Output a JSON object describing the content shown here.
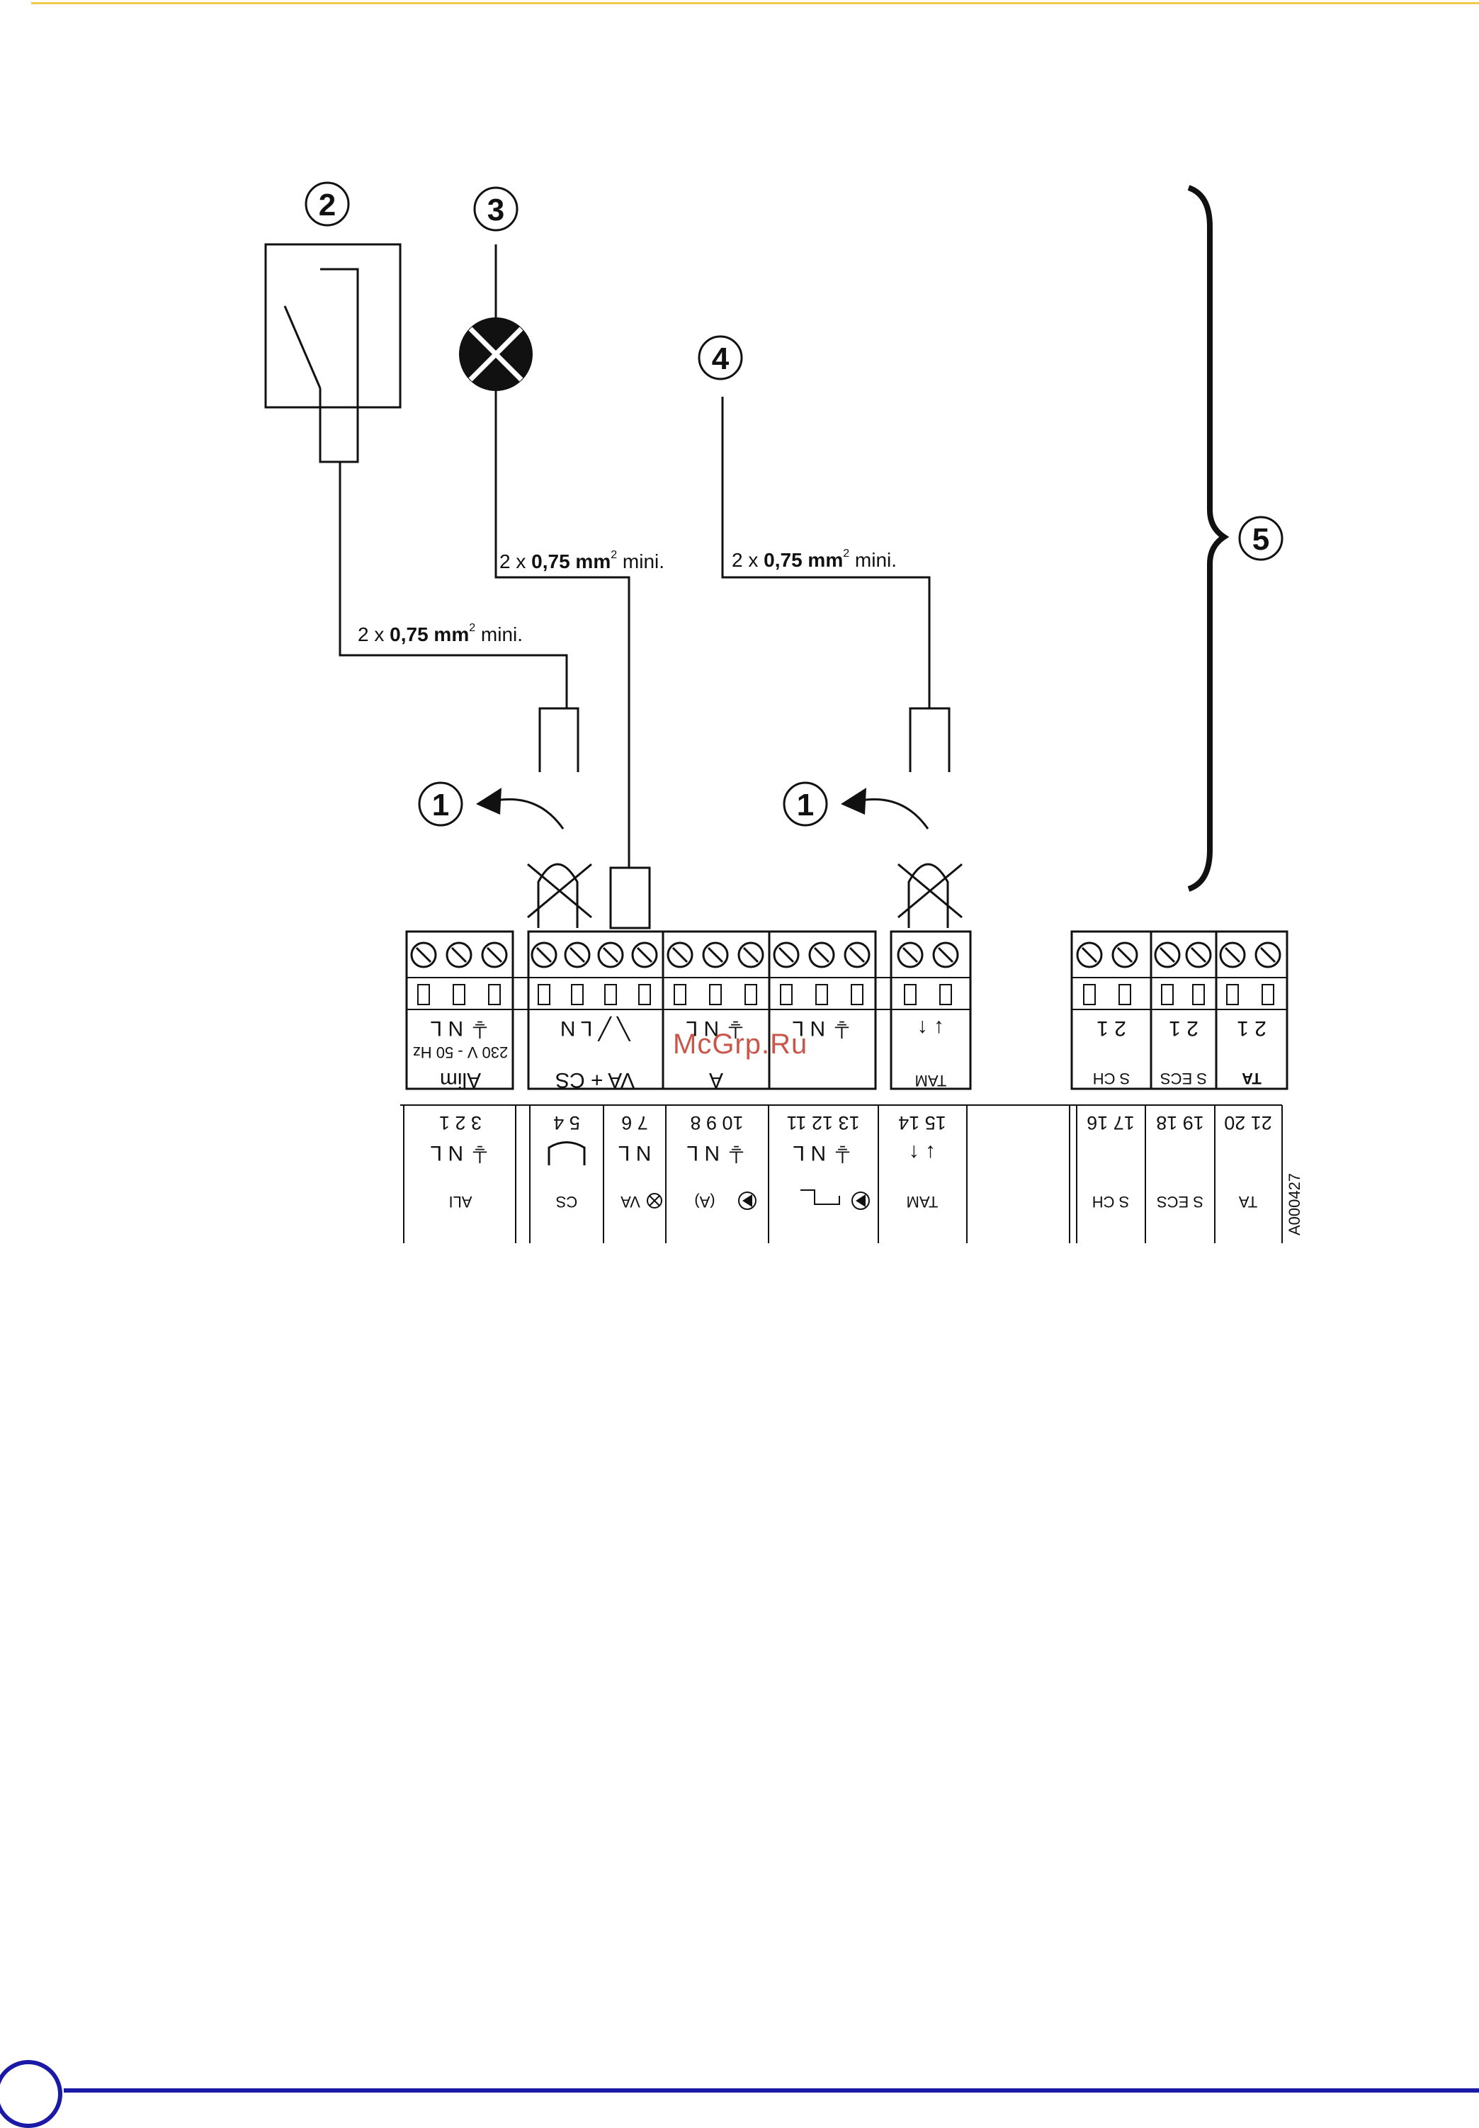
{
  "page": {
    "number": ""
  },
  "watermark": "McGrp.Ru",
  "figure_ref": "A000427",
  "callouts": [
    "1",
    "2",
    "3",
    "4",
    "5",
    "1"
  ],
  "cable_labels": [
    {
      "prefix": "2 x ",
      "bold": "0,75 mm",
      "sup": "2",
      "suffix": " mini."
    },
    {
      "prefix": "2 x ",
      "bold": "0,75 mm",
      "sup": "2",
      "suffix": " mini."
    },
    {
      "prefix": "2 x ",
      "bold": "0,75 mm",
      "sup": "2",
      "suffix": " mini."
    }
  ],
  "upper_blocks": [
    {
      "name": "Alim",
      "sub": "230 V - 50 Hz",
      "symbols": "⏚ N L"
    },
    {
      "name": "VA + CS",
      "symbols": "╲  ╱ L N"
    },
    {
      "name": "A",
      "symbols": "⏚ N L"
    },
    {
      "name": "",
      "symbols": "⏚ N L"
    },
    {
      "name": "TAM",
      "symbols": "↓ ↑"
    },
    {
      "name": "S CH",
      "symbols": "2 1"
    },
    {
      "name": "S ECS",
      "symbols": "2 1"
    },
    {
      "name": "TA",
      "symbols": "2 1"
    }
  ],
  "lower_groups": [
    {
      "label": "ALI",
      "numbers": "3 2 1",
      "symbols": "⏚ N L"
    },
    {
      "label": "CS",
      "numbers": "5 4",
      "symbols": ""
    },
    {
      "label": "VA",
      "numbers": "7 6",
      "symbols": "N L"
    },
    {
      "label": "(A)",
      "numbers": "10 9 8",
      "symbols": "⏚ N L"
    },
    {
      "label": "",
      "numbers": "13 12 11",
      "symbols": "⏚ N L"
    },
    {
      "label": "TAM",
      "numbers": "15 14",
      "symbols": "↓ ↑"
    },
    {
      "label": "S CH",
      "numbers": "17 16",
      "symbols": ""
    },
    {
      "label": "S ECS",
      "numbers": "19 18",
      "symbols": ""
    },
    {
      "label": "TA",
      "numbers": "21 20",
      "symbols": ""
    }
  ]
}
